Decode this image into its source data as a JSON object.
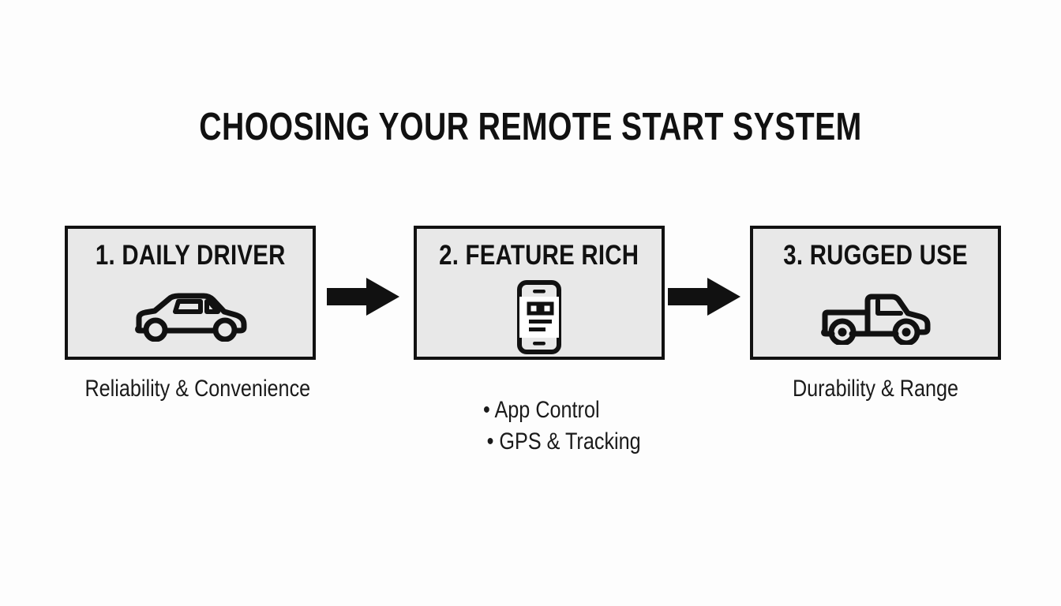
{
  "slide": {
    "title": "CHOOSING YOUR REMOTE START SYSTEM",
    "background_color": "#fdfdfd",
    "text_color": "#111111",
    "box_fill_color": "#e8e8e8",
    "box_border_color": "#111111",
    "arrow_color": "#111111"
  },
  "steps": [
    {
      "heading": "1. DAILY DRIVER",
      "icon": "sedan-car-icon",
      "caption": "Reliability & Convenience",
      "bullets": []
    },
    {
      "heading": "2. FEATURE RICH",
      "icon": "smartphone-app-icon",
      "caption": "",
      "bullets": [
        "App Control",
        "GPS & Tracking"
      ]
    },
    {
      "heading": "3. RUGGED USE",
      "icon": "pickup-truck-icon",
      "caption": "Durability & Range",
      "bullets": []
    }
  ],
  "connectors": [
    {
      "icon": "right-arrow-icon",
      "from": "1. DAILY DRIVER",
      "to": "2. FEATURE RICH"
    },
    {
      "icon": "right-arrow-icon",
      "from": "2. FEATURE RICH",
      "to": "3. RUGGED USE"
    }
  ],
  "bullet_marker": "•"
}
